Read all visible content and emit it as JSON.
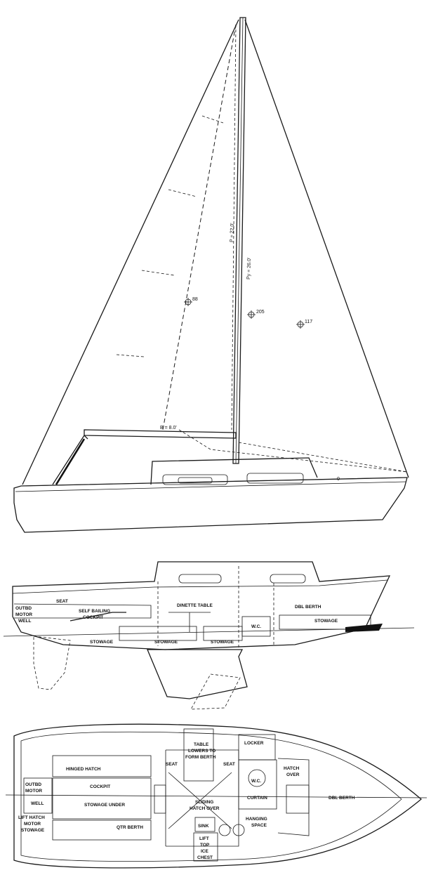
{
  "sail_plan": {
    "dims": {
      "p": "P = 22.0'",
      "py": "Py = 26.0'",
      "b": "B = 8.0'"
    },
    "centers": {
      "main": "88",
      "mast": "205",
      "jib": "117"
    },
    "waterline_mark": "0"
  },
  "profile": {
    "labels": {
      "seat": "SEAT",
      "outbd": "OUTBD",
      "motor": "MOTOR",
      "well": "WELL",
      "self_bailing": "SELF BAILING",
      "cockpit": "COCKPIT",
      "dinette": "DINETTE TABLE",
      "wc": "W.C.",
      "dbl_berth": "DBL BERTH",
      "stowage": "STOWAGE"
    }
  },
  "plan": {
    "labels": {
      "table1": "TABLE",
      "table2": "LOWERS TO",
      "table3": "FORM BERTH",
      "locker": "LOCKER",
      "seat": "SEAT",
      "hinged_hatch": "HINGED HATCH",
      "wc": "W.C.",
      "hatch": "HATCH",
      "over": "OVER",
      "outbd": "OUTBD",
      "motor": "MOTOR",
      "well": "WELL",
      "cockpit": "COCKPIT",
      "stowage_under": "STOWAGE UNDER",
      "sliding1": "SLIDING",
      "sliding2": "HATCH OVER",
      "curtain": "CURTAIN",
      "dbl_berth": "DBL BERTH",
      "lift_hatch": "LIFT HATCH",
      "motor_stowage": "MOTOR",
      "stowage": "STOWAGE",
      "qtr_berth": "QTR BERTH",
      "sink": "SINK",
      "lift": "LIFT",
      "top": "TOP",
      "ice": "ICE",
      "chest": "CHEST",
      "hanging": "HANGING",
      "space": "SPACE"
    }
  }
}
